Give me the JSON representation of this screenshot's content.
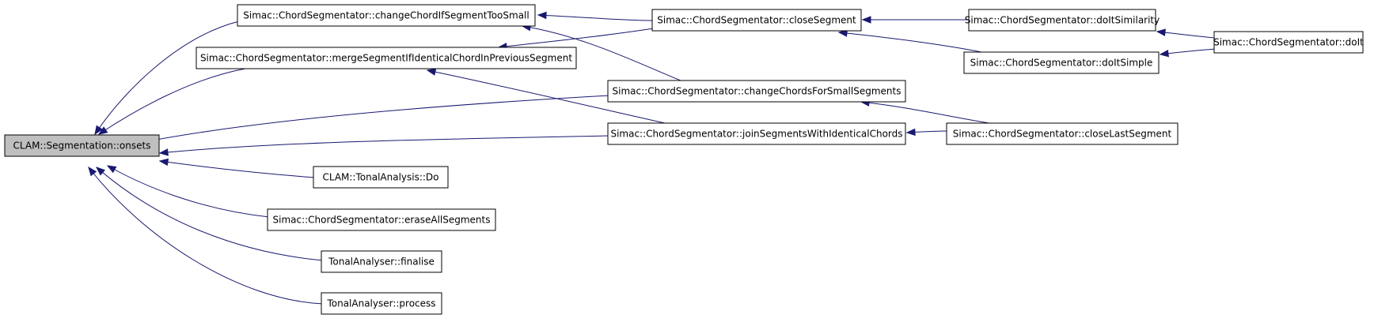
{
  "graph": {
    "root": "n_onsets",
    "nodes": [
      {
        "id": "n_onsets",
        "label": "CLAM::Segmentation::onsets",
        "root": true
      },
      {
        "id": "n_change_chord",
        "label": "Simac::ChordSegmentator::changeChordIfSegmentTooSmall"
      },
      {
        "id": "n_merge",
        "label": "Simac::ChordSegmentator::mergeSegmentIfIdenticalChordInPreviousSegment"
      },
      {
        "id": "n_change_chords",
        "label": "Simac::ChordSegmentator::changeChordsForSmallSegments"
      },
      {
        "id": "n_join",
        "label": "Simac::ChordSegmentator::joinSegmentsWithIdenticalChords"
      },
      {
        "id": "n_do",
        "label": "CLAM::TonalAnalysis::Do"
      },
      {
        "id": "n_erase",
        "label": "Simac::ChordSegmentator::eraseAllSegments"
      },
      {
        "id": "n_finalise",
        "label": "TonalAnalyser::finalise"
      },
      {
        "id": "n_process",
        "label": "TonalAnalyser::process"
      },
      {
        "id": "n_close_seg",
        "label": "Simac::ChordSegmentator::closeSegment"
      },
      {
        "id": "n_close_last",
        "label": "Simac::ChordSegmentator::closeLastSegment"
      },
      {
        "id": "n_doit_sim",
        "label": "Simac::ChordSegmentator::doItSimilarity"
      },
      {
        "id": "n_doit_simple",
        "label": "Simac::ChordSegmentator::doItSimple"
      },
      {
        "id": "n_doit",
        "label": "Simac::ChordSegmentator::doIt"
      }
    ],
    "edges": [
      {
        "from": "n_change_chord",
        "to": "n_onsets"
      },
      {
        "from": "n_merge",
        "to": "n_onsets"
      },
      {
        "from": "n_change_chords",
        "to": "n_onsets"
      },
      {
        "from": "n_join",
        "to": "n_onsets"
      },
      {
        "from": "n_do",
        "to": "n_onsets"
      },
      {
        "from": "n_erase",
        "to": "n_onsets"
      },
      {
        "from": "n_finalise",
        "to": "n_onsets"
      },
      {
        "from": "n_process",
        "to": "n_onsets"
      },
      {
        "from": "n_close_seg",
        "to": "n_change_chord"
      },
      {
        "from": "n_close_seg",
        "to": "n_merge"
      },
      {
        "from": "n_change_chords",
        "to": "n_change_chord"
      },
      {
        "from": "n_join",
        "to": "n_merge"
      },
      {
        "from": "n_close_last",
        "to": "n_change_chords"
      },
      {
        "from": "n_close_last",
        "to": "n_join"
      },
      {
        "from": "n_doit_sim",
        "to": "n_close_seg"
      },
      {
        "from": "n_doit_simple",
        "to": "n_close_seg"
      },
      {
        "from": "n_doit",
        "to": "n_doit_sim"
      },
      {
        "from": "n_doit",
        "to": "n_doit_simple"
      }
    ],
    "colors": {
      "edge": "#191970",
      "node_border": "#000000",
      "root_fill": "#bfbfbf",
      "node_fill": "#ffffff"
    }
  }
}
